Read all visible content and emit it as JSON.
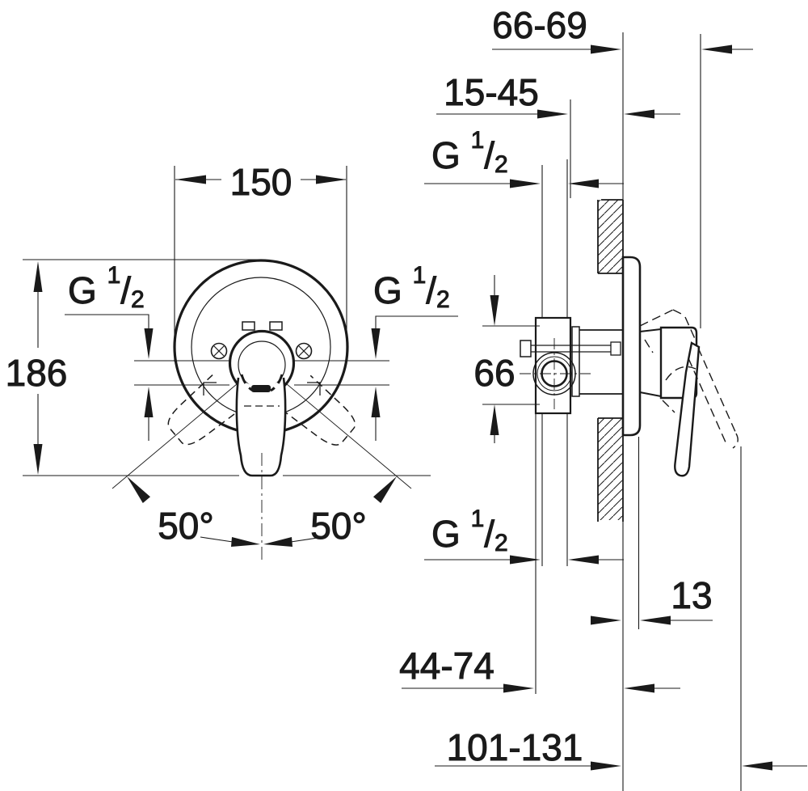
{
  "page": {
    "background": "#ffffff",
    "line_color": "#1a1a1a"
  },
  "labels": {
    "dim_66_69": "66-69",
    "dim_15_45": "15-45",
    "g_half_top": "G 1/2",
    "g_half_front_left": "G 1/2",
    "g_half_front_right": "G 1/2",
    "g_half_bottom": "G 1/2",
    "dim_150": "150",
    "dim_186": "186",
    "dim_66": "66",
    "angle_left": "50°",
    "angle_right": "50°",
    "dim_13": "13",
    "dim_44_74": "44-74",
    "dim_101_131": "101-131"
  }
}
